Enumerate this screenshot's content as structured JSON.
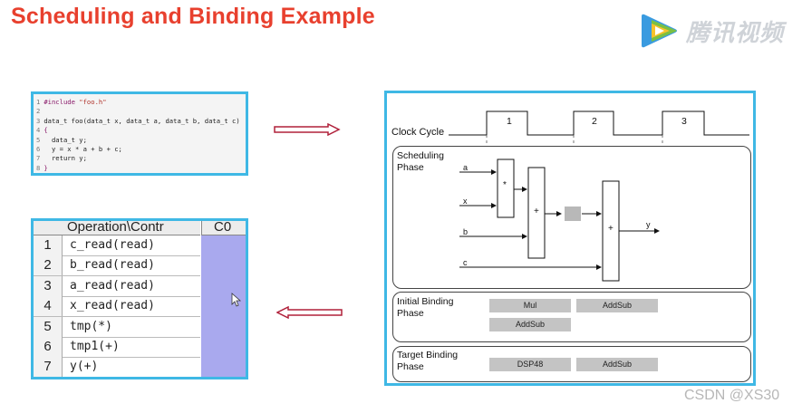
{
  "title": "Scheduling and Binding Example",
  "logo_text": "腾讯视频",
  "watermark": "CSDN @XS30",
  "code": {
    "lines": [
      {
        "n": "1",
        "parts": [
          {
            "t": "#include ",
            "c": "kw"
          },
          {
            "t": "\"foo.h\"",
            "c": "str"
          }
        ]
      },
      {
        "n": "2",
        "parts": []
      },
      {
        "n": "3",
        "parts": [
          {
            "t": "data_t foo(data_t x, data_t a, data_t b, data_t c)",
            "c": ""
          }
        ]
      },
      {
        "n": "4",
        "parts": [
          {
            "t": "{",
            "c": "kw"
          }
        ]
      },
      {
        "n": "5",
        "parts": [
          {
            "t": "  data_t y;",
            "c": ""
          }
        ]
      },
      {
        "n": "6",
        "parts": [
          {
            "t": "  y = x * a + b + c;",
            "c": ""
          }
        ]
      },
      {
        "n": "7",
        "parts": [
          {
            "t": "  return y;",
            "c": ""
          }
        ]
      },
      {
        "n": "8",
        "parts": [
          {
            "t": "}",
            "c": "kw"
          }
        ]
      }
    ]
  },
  "table": {
    "col_op": "Operation\\Contr",
    "col_c0": "C0",
    "rows": [
      {
        "n": "1",
        "op": "c_read(read)"
      },
      {
        "n": "2",
        "op": "b_read(read)"
      },
      {
        "n": "3",
        "op": "a_read(read)"
      },
      {
        "n": "4",
        "op": "x_read(read)"
      },
      {
        "n": "5",
        "op": "tmp(*)"
      },
      {
        "n": "6",
        "op": "tmp1(+)"
      },
      {
        "n": "7",
        "op": "y(+)"
      }
    ]
  },
  "diagram": {
    "clock_label": "Clock Cycle",
    "cycles": [
      "1",
      "2",
      "3"
    ],
    "scheduling_label": "Scheduling\nPhase",
    "inputs": [
      "a",
      "x",
      "b",
      "c"
    ],
    "output": "y",
    "mul_sym": "*",
    "add_sym": "+",
    "initial_label": "Initial Binding\nPhase",
    "initial_units": [
      "Mul",
      "AddSub",
      "AddSub"
    ],
    "target_label": "Target Binding\nPhase",
    "target_units": [
      "DSP48",
      "AddSub"
    ]
  }
}
